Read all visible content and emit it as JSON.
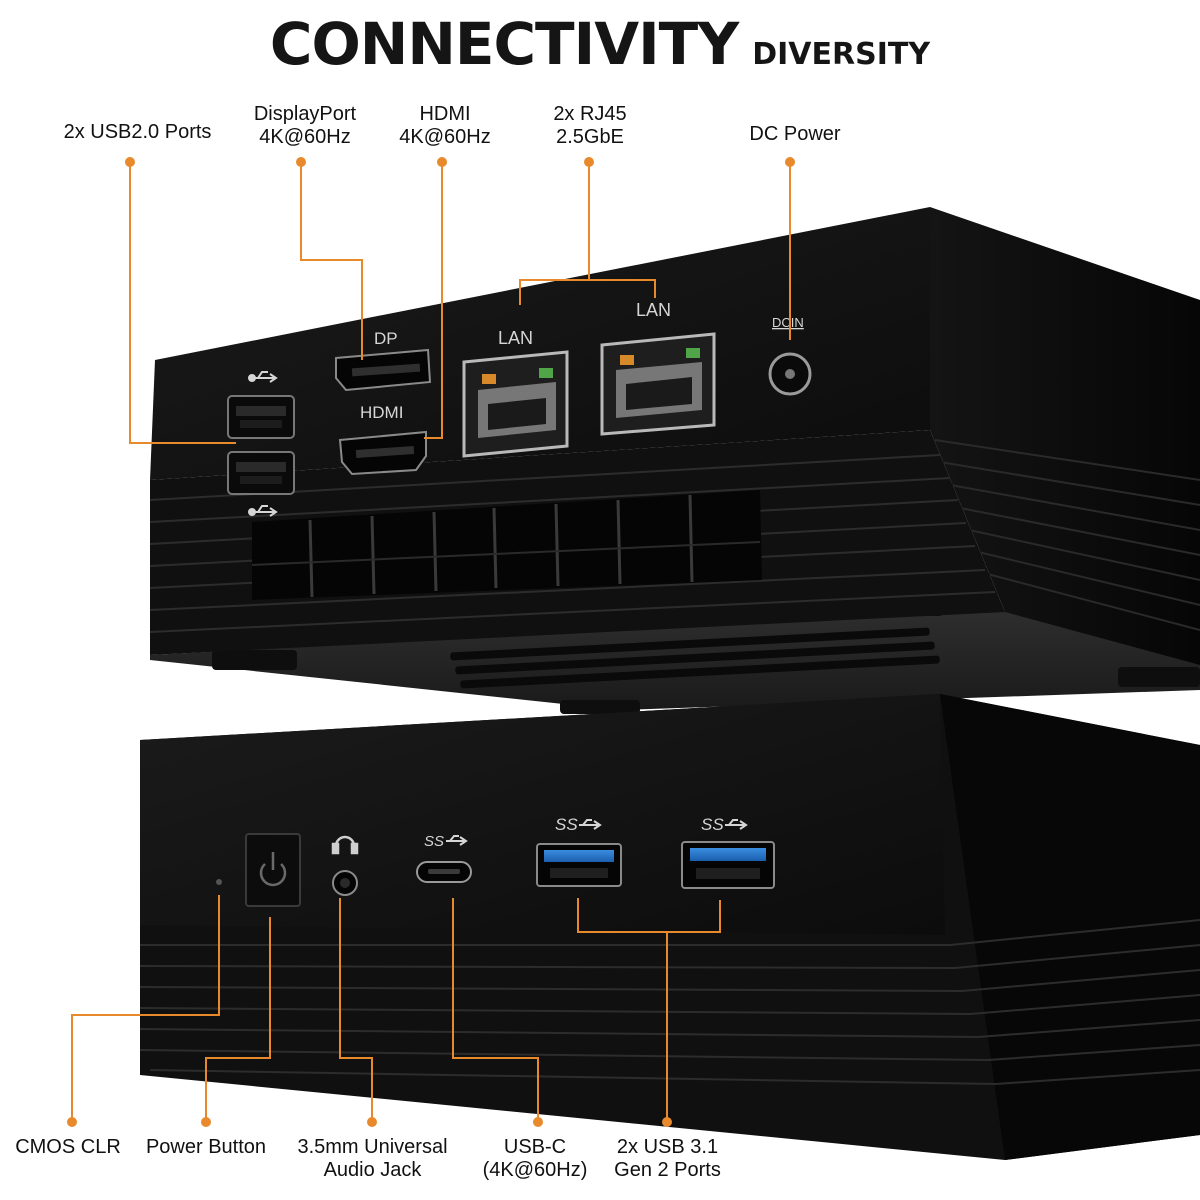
{
  "title": {
    "main": "CONNECTIVITY",
    "sub": "DIVERSITY"
  },
  "accent_color": "#e8892b",
  "top_labels": {
    "usb2": "2x USB2.0 Ports",
    "dp": [
      "DisplayPort",
      "4K@60Hz"
    ],
    "hdmi": [
      "HDMI",
      "4K@60Hz"
    ],
    "rj45": [
      "2x RJ45",
      "2.5GbE"
    ],
    "dc": "DC Power"
  },
  "bottom_labels": {
    "cmos": "CMOS CLR",
    "power": "Power Button",
    "audio": [
      "3.5mm Universal",
      "Audio Jack"
    ],
    "usbc": [
      "USB-C",
      "(4K@60Hz)"
    ],
    "usb31": [
      "2x USB 3.1",
      "Gen 2 Ports"
    ]
  },
  "device_markings": {
    "dp": "DP",
    "hdmi": "HDMI",
    "lan1": "LAN",
    "lan2": "LAN",
    "dcin": "DCIN"
  },
  "icons": [
    "usb-icon",
    "superspeed-usb-icon",
    "power-icon",
    "headphone-icon"
  ]
}
